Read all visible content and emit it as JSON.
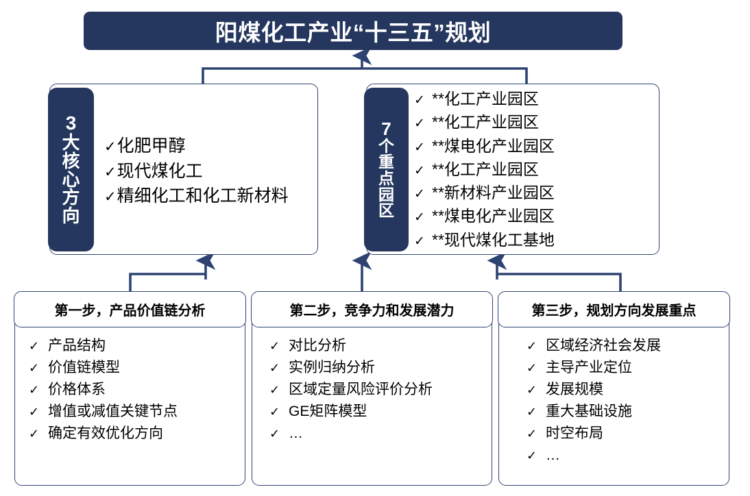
{
  "title": {
    "text": "阳煤化工产业“十三五”规划"
  },
  "colors": {
    "navy_fill": "#25375e",
    "outline": "#2e4372",
    "background": "#ffffff",
    "title_text": "#ffffff"
  },
  "core_panel": {
    "tab_chars": [
      "3",
      "大",
      "核",
      "心",
      "方",
      "向"
    ],
    "tab_label": "3大核心方向",
    "tick": "✓",
    "items": [
      "化肥甲醇",
      "现代煤化工",
      "精细化工和化工新材料"
    ]
  },
  "parks_panel": {
    "tab_chars": [
      "7",
      "个",
      "重",
      "点",
      "园",
      "区"
    ],
    "tab_label": "7个重点园区",
    "tick": "✓",
    "items": [
      "**化工产业园区",
      "**化工产业园区",
      "**煤电化产业园区",
      "**化工产业园区",
      "**新材料产业园区",
      "**煤电化产业园区",
      "**现代煤化工基地"
    ]
  },
  "steps": [
    {
      "title": "第一步，产品价值链分析",
      "tick": "✓",
      "items": [
        "产品结构",
        "价值链模型",
        "价格体系",
        "增值或减值关键节点",
        "确定有效优化方向"
      ]
    },
    {
      "title": "第二步，竞争力和发展潜力",
      "tick": "✓",
      "items": [
        "对比分析",
        "实例归纳分析",
        "区域定量风险评价分析",
        "GE矩阵模型",
        "…"
      ]
    },
    {
      "title": "第三步，规划方向发展重点",
      "tick": "✓",
      "items": [
        "区域经济社会发展",
        "主导产业定位",
        "发展规模",
        "重大基础设施",
        "时空布局",
        "…"
      ]
    }
  ],
  "connectors": {
    "to_title": "arrow-up-into-title",
    "to_core_panel": "arrow-up-into-core-panel",
    "to_parks_panel": "arrow-up-into-parks-panel"
  }
}
